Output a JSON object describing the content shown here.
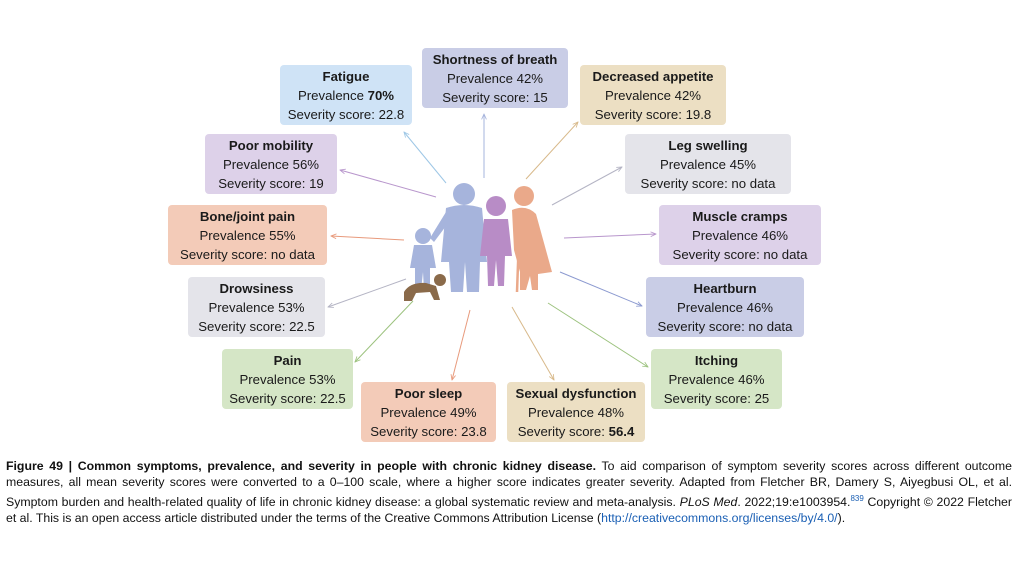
{
  "symptoms": [
    {
      "name": "Fatigue",
      "prevalence": "Prevalence ",
      "prevalence_value": "70%",
      "severity": "Severity score: 22.8",
      "color": "#cfe3f6"
    },
    {
      "name": "Shortness of breath",
      "prevalence": "Prevalence 42%",
      "severity": "Severity score: 15",
      "color": "#c9cde6"
    },
    {
      "name": "Decreased appetite",
      "prevalence": "Prevalence 42%",
      "severity": "Severity score: 19.8",
      "color": "#ecdfc3"
    },
    {
      "name": "Poor mobility",
      "prevalence": "Prevalence 56%",
      "severity": "Severity score: 19",
      "color": "#ddd1e9"
    },
    {
      "name": "Leg swelling",
      "prevalence": "Prevalence 45%",
      "severity": "Severity score: no data",
      "color": "#e4e4ea"
    },
    {
      "name": "Bone/joint pain",
      "prevalence": "Prevalence 55%",
      "severity": "Severity score: no data",
      "color": "#f3cbb8"
    },
    {
      "name": "Muscle cramps",
      "prevalence": "Prevalence 46%",
      "severity": "Severity score: no data",
      "color": "#ddd1e9"
    },
    {
      "name": "Drowsiness",
      "prevalence": "Prevalence 53%",
      "severity": "Severity score: 22.5",
      "color": "#e4e4ea"
    },
    {
      "name": "Heartburn",
      "prevalence": "Prevalence 46%",
      "severity": "Severity score: no data",
      "color": "#c9cde6"
    },
    {
      "name": "Pain",
      "prevalence": "Prevalence 53%",
      "severity": "Severity score: 22.5",
      "color": "#d5e6c6"
    },
    {
      "name": "Itching",
      "prevalence": "Prevalence 46%",
      "severity": "Severity score: 25",
      "color": "#d5e6c6"
    },
    {
      "name": "Poor sleep",
      "prevalence": "Prevalence 49%",
      "severity": "Severity score: 23.8",
      "color": "#f3cbb8"
    },
    {
      "name": "Sexual dysfunction",
      "prevalence": "Prevalence 48%",
      "severity": "Severity score: ",
      "severity_value": "56.4",
      "color": "#ecdfc3"
    }
  ],
  "colors": {
    "figure_blue": "#a6b4dc",
    "figure_purple": "#b88cc6",
    "figure_orange": "#eaa98a",
    "figure_brown": "#8a6a4a",
    "link": "#1a5fb4"
  },
  "caption": {
    "lead": "Figure 49 | Common symptoms, prevalence, and severity in people with chronic kidney disease.",
    "text1": " To aid comparison of symptom severity scores across different outcome measures, all mean severity scores were converted to a 0–100 scale, where a higher score indicates greater severity. Adapted from Fletcher BR, Damery S, Aiyegbusi OL, et al. Symptom burden and health-related quality of life in chronic kidney disease: a global systematic review and meta-analysis. ",
    "journal": "PLoS Med",
    "text2": ". 2022;19:e1003954.",
    "ref": "839",
    "text3": " Copyright © 2022 Fletcher et al. This is an open access article distributed under the terms of the Creative Commons Attribution License (",
    "link": "http://creativecommons.org/licenses/by/4.0/",
    "text4": ")."
  }
}
